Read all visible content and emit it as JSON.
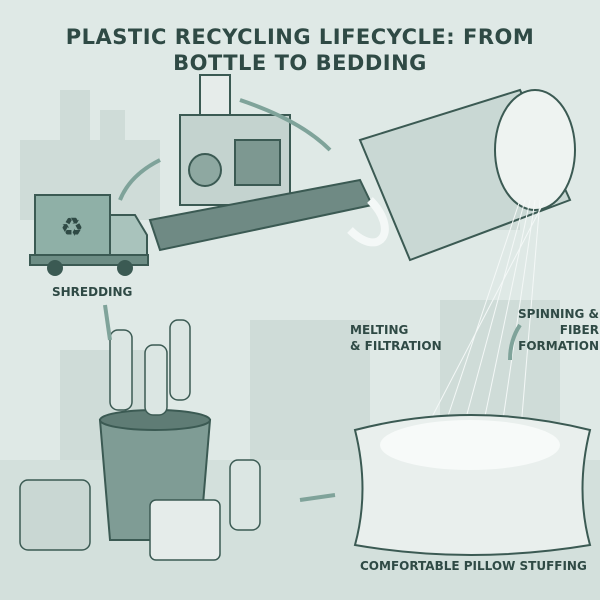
{
  "title_line1": "PLASTIC RECYCLING LIFECYCLE: FROM",
  "title_line2": "BOTTLE TO BEDDING",
  "steps": {
    "shredding": "SHREDDING",
    "melting_line1": "MELTING",
    "melting_line2": "& FILTRATION",
    "spinning_line1": "SPINNING &",
    "spinning_line2": "FIBER FORMATION",
    "pillow": "COMFORTABLE PILLOW STUFFING"
  },
  "colors": {
    "background": "#dfe9e6",
    "ink": "#2f4a45",
    "accent": "#7fa39a"
  }
}
